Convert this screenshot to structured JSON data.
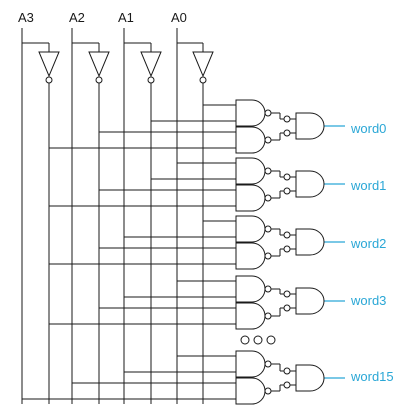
{
  "inputs": [
    {
      "label": "A3"
    },
    {
      "label": "A2"
    },
    {
      "label": "A1"
    },
    {
      "label": "A0"
    }
  ],
  "words": [
    {
      "label": "word0"
    },
    {
      "label": "word1"
    },
    {
      "label": "word2"
    },
    {
      "label": "word3"
    },
    {
      "label": "word15"
    }
  ],
  "colors": {
    "wire": "#1a1a1a",
    "output": "#2aa7d6"
  }
}
